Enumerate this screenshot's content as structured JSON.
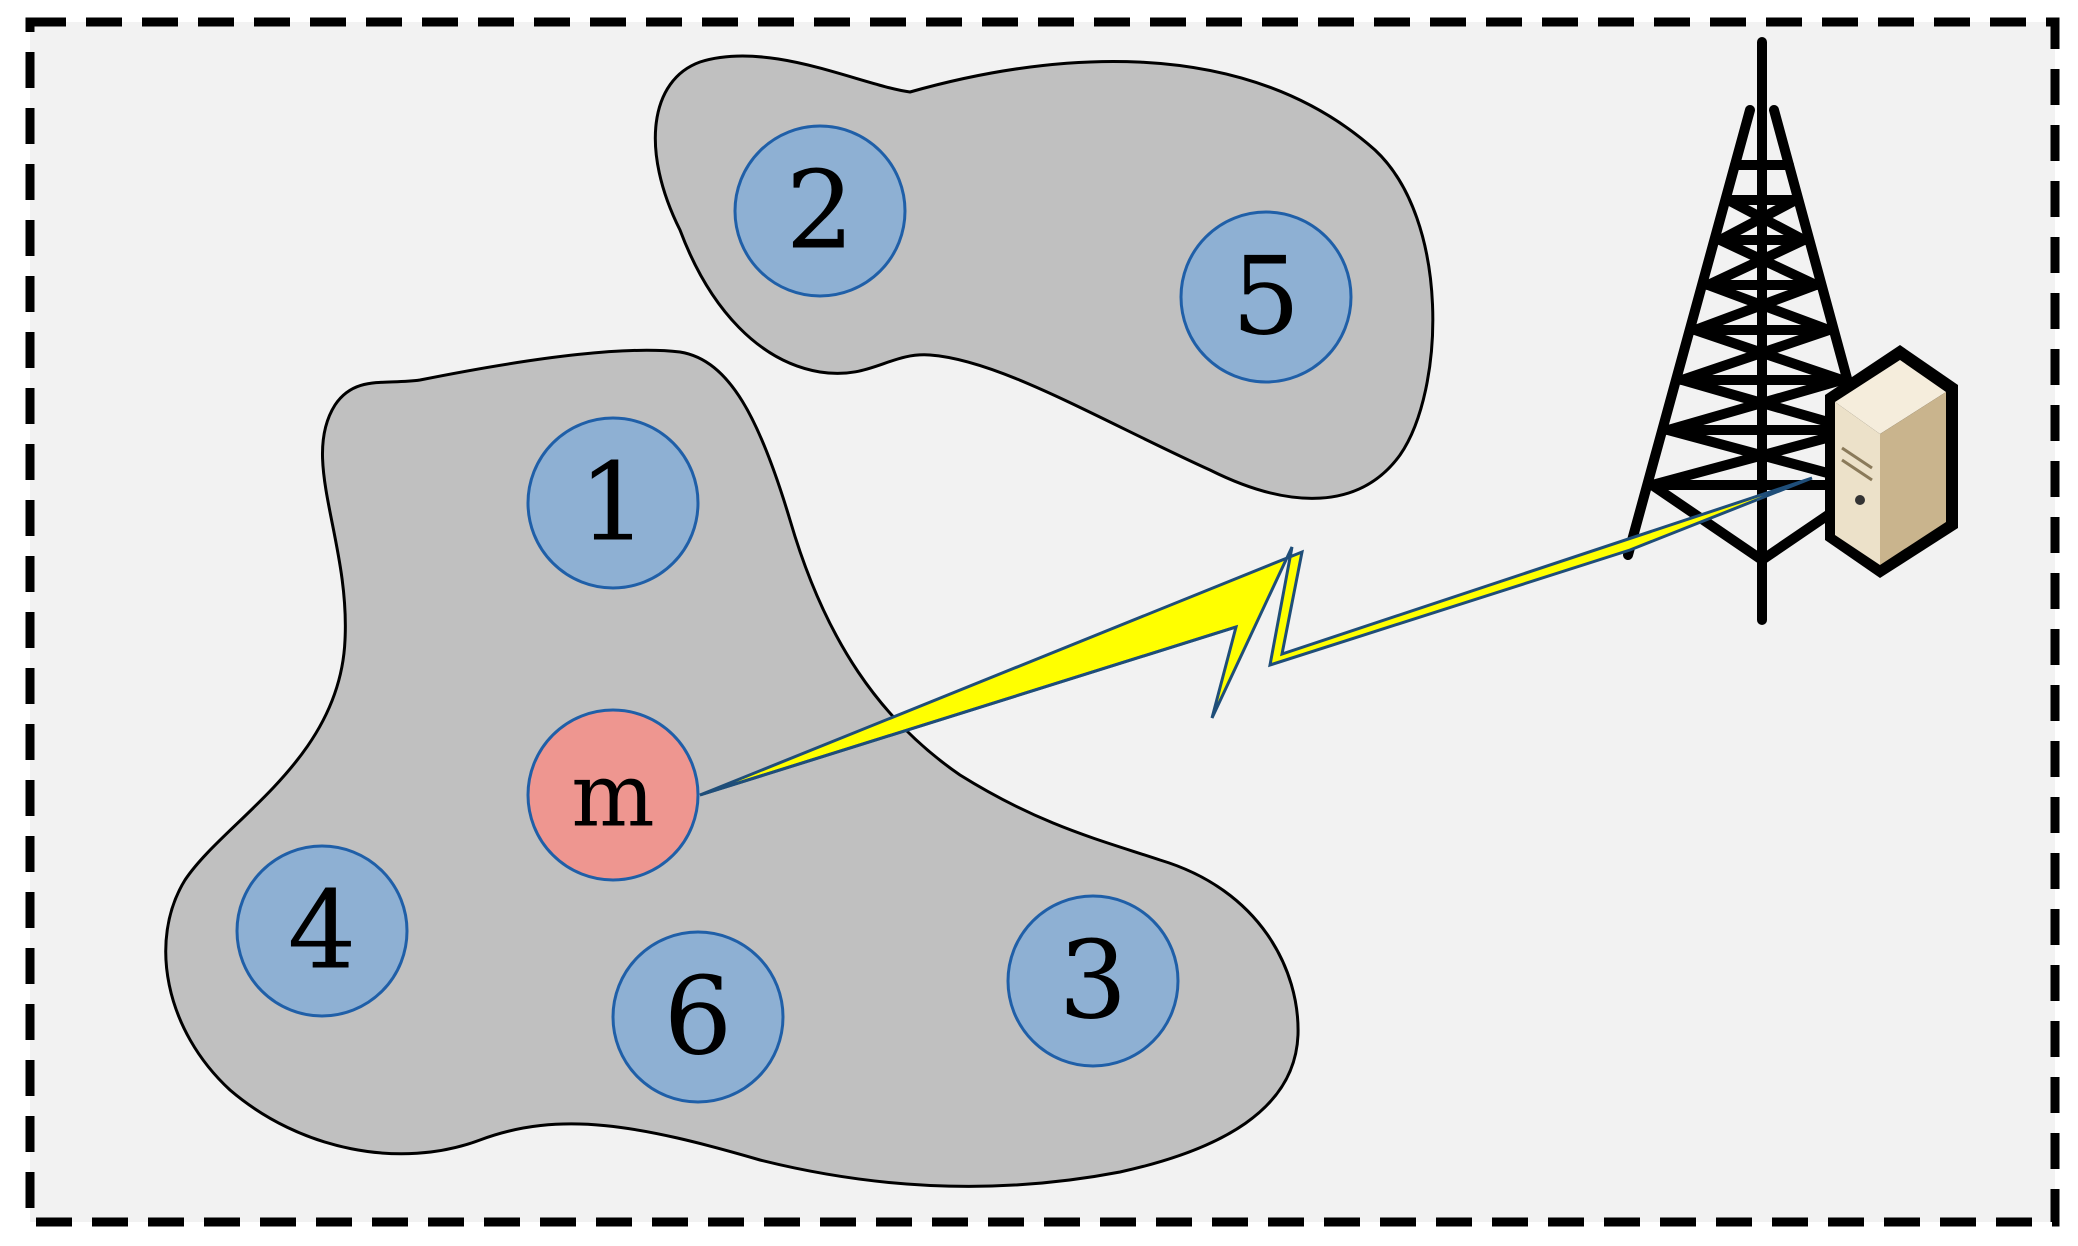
{
  "colors": {
    "background": "#f2f2f2",
    "border": "#000000",
    "cluster_fill": "#c0c0c0",
    "cluster_stroke": "#000000",
    "node_fill": "#8eb0d3",
    "node_stroke": "#1f5fa8",
    "head_node_fill": "#ee9690",
    "head_node_stroke": "#1f5fa8",
    "signal_fill": "#ffff00",
    "signal_stroke": "#1f4e79",
    "tower": "#000000",
    "server_body": "#ece1c9"
  },
  "nodes": {
    "n1": {
      "label": "1"
    },
    "n2": {
      "label": "2"
    },
    "n3": {
      "label": "3"
    },
    "n4": {
      "label": "4"
    },
    "n5": {
      "label": "5"
    },
    "n6": {
      "label": "6"
    },
    "m": {
      "label": "m"
    }
  },
  "icons": {
    "tower": "transmission-tower-icon",
    "server": "server-icon",
    "link": "lightning-bolt-link"
  }
}
